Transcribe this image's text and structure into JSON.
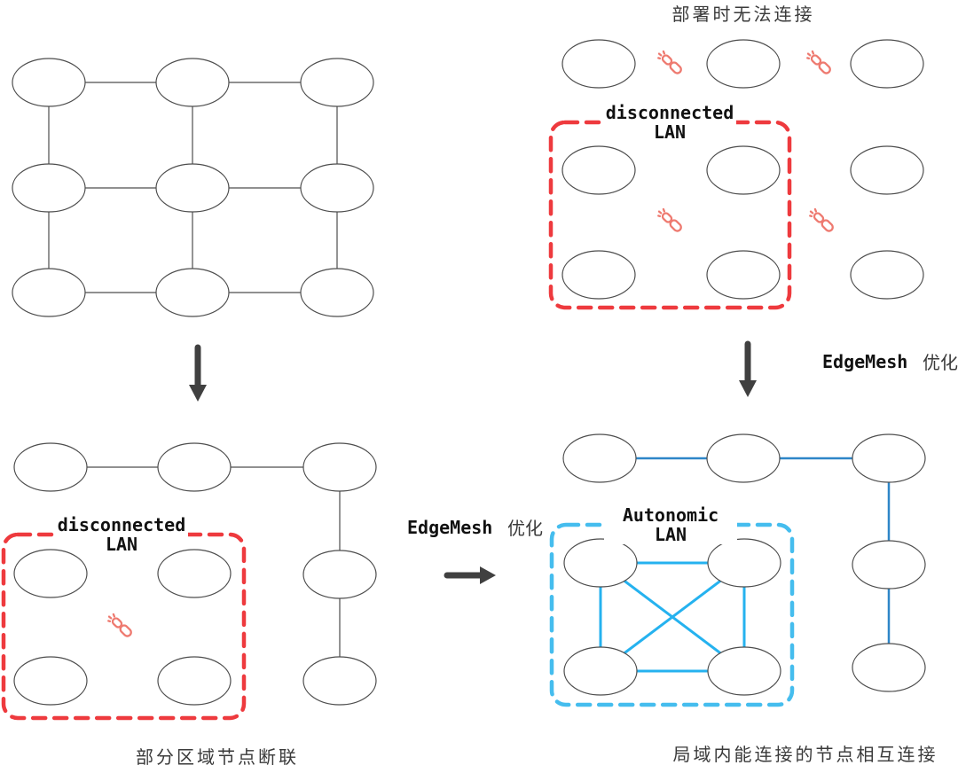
{
  "colors": {
    "node_stroke": "#4d4d4d",
    "plain_link": "#4d4d4d",
    "steel_blue_link": "#2e86c8",
    "cyan_mesh_link": "#25b2ef",
    "cyan_dashed_box": "#45bdee",
    "red_dashed_box": "#ee3a3e",
    "broken_link_icon": "#ee7a70",
    "arrow": "#404040"
  },
  "panels": {
    "top_left": {
      "description": "3x3 full grid mesh, all neighbor nodes linked",
      "node_count": 9
    },
    "top_right": {
      "title": "部署时无法连接",
      "lan_label": {
        "line1": "disconnected",
        "line2": "LAN"
      },
      "node_count": 9,
      "broken_link_count": 4
    },
    "bottom_left": {
      "lan_label": {
        "line1": "disconnected",
        "line2": "LAN"
      },
      "caption": "部分区域节点断联",
      "node_count": 9,
      "broken_link_count": 1
    },
    "bottom_right": {
      "lan_label": {
        "line1": "Autonomic",
        "line2": "LAN"
      },
      "caption": "局域内能连接的节点相互连接",
      "node_count": 9
    }
  },
  "arrows": {
    "right_down_label": {
      "en": "EdgeMesh",
      "zh": "优化"
    },
    "center_right_label": {
      "en": "EdgeMesh",
      "zh": "优化"
    }
  }
}
